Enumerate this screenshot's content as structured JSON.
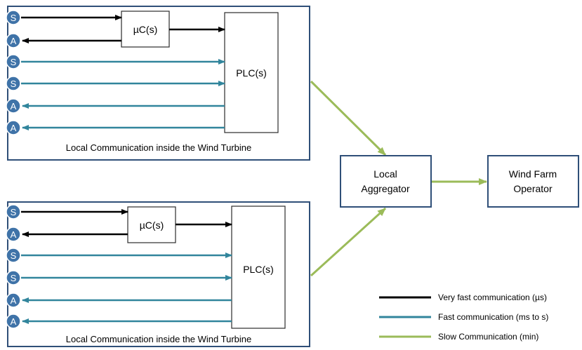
{
  "colors": {
    "very_fast": "#000000",
    "fast": "#31859c",
    "slow": "#9bbb59",
    "turbine_border": "#2f4f78",
    "node_fill": "#3f73a8",
    "box_border": "#2b2b2b"
  },
  "node_labels": {
    "sensor": "S",
    "actuator": "A"
  },
  "turbines": [
    {
      "caption": "Local Communication inside the Wind Turbine",
      "uc_label": "µC(s)",
      "plc_label": "PLC(s)",
      "nodes": [
        "S",
        "A",
        "S",
        "S",
        "A",
        "A"
      ]
    },
    {
      "caption": "Local Communication inside the Wind Turbine",
      "uc_label": "µC(s)",
      "plc_label": "PLC(s)",
      "nodes": [
        "S",
        "A",
        "S",
        "S",
        "A",
        "A"
      ]
    }
  ],
  "aggregator": {
    "line1": "Local",
    "line2": "Aggregator"
  },
  "operator": {
    "line1": "Wind Farm",
    "line2": "Operator"
  },
  "legend": [
    {
      "key": "very_fast",
      "label": "Very fast communication (µs)"
    },
    {
      "key": "fast",
      "label": "Fast communication (ms to s)"
    },
    {
      "key": "slow",
      "label": "Slow Communication (min)"
    }
  ]
}
